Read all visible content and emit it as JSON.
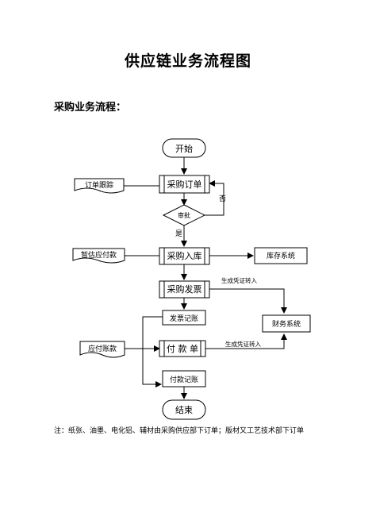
{
  "title": "供应链业务流程图",
  "subtitle": "采购业务流程：",
  "nodes": {
    "start": "开始",
    "purchase_order": "采购订单",
    "approve": "审批",
    "purchase_receipt": "采购入库",
    "purchase_invoice": "采购发票",
    "invoice_record": "发票记账",
    "payment_order": "付 款 单",
    "payment_record": "付款记账",
    "end": "结束",
    "order_tracking": "订单跟踪",
    "provisional_payable": "暂估应付款",
    "inventory_system": "库存系统",
    "payable_account": "应付账款",
    "finance_system": "财务系统"
  },
  "edge_labels": {
    "no": "否",
    "yes": "是",
    "voucher_1": "生成凭证转入",
    "voucher_2": "生成凭证转入"
  },
  "note": "注：纸张、油墨、电化铝、辅材由采购供应部下订单；版材又工艺技术部下订单"
}
